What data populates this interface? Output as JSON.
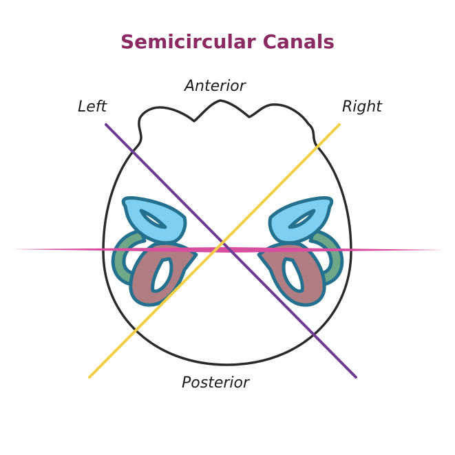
{
  "title": "Semicircular Canals",
  "labels": {
    "anterior": "Anterior",
    "posterior": "Posterior",
    "left": "Left",
    "right": "Right"
  },
  "colors": {
    "title": "#8b2a62",
    "head_outline": "#2a2a2a",
    "anterior_canal": "#7fd0f0",
    "lateral_canal": "#6fa888",
    "posterior_canal": "#b07e82",
    "canal_outline": "#23718f",
    "horizontal_plane": "#d94fa0",
    "left_plane": "#6e3b93",
    "right_plane": "#f3cf45"
  }
}
